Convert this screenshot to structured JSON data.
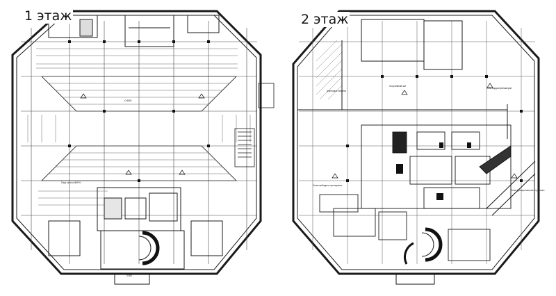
{
  "floors": [
    {
      "label": "1 этаж",
      "annotations": {
        "center_bottom": "Парк. место ММГН",
        "elev_center": "-0.600",
        "elev_bottom": "0.000"
      }
    },
    {
      "label": "2 этаж",
      "annotations": {
        "hall": "Спортивный зал",
        "gym": "Зона кардиотренажеров",
        "group": "групповые занятия",
        "free": "Зона свободных тренировок",
        "area": "Зона функционального тренинга"
      }
    }
  ],
  "colors": {
    "line": "#1a1a1a",
    "thin": "#555555",
    "hatch": "#7a7a7a",
    "dark": "#111111"
  }
}
